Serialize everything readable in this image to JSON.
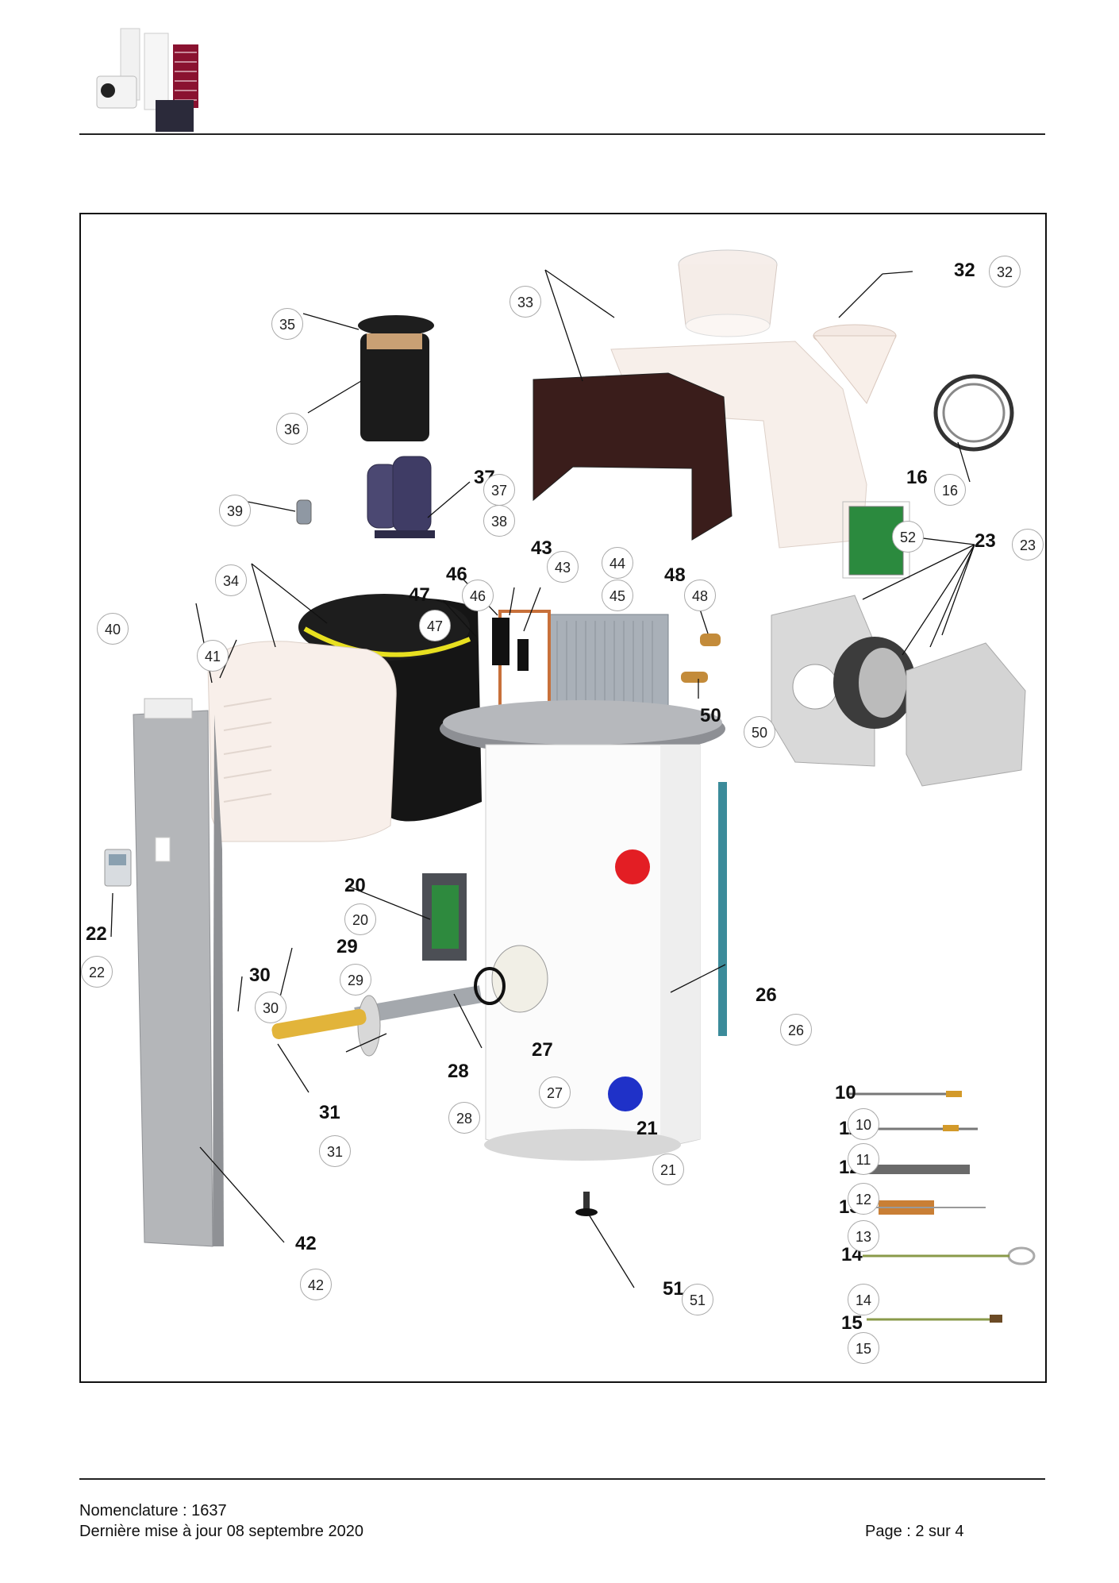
{
  "footer": {
    "nomenclature": "Nomenclature : 1637",
    "update": "Dernière mise à jour 08 septembre 2020",
    "page": "Page : 2 sur 4"
  },
  "callouts": {
    "c10": "10",
    "c11": "11",
    "c12": "12",
    "c13": "13",
    "c14": "14",
    "c15": "15",
    "c16": "16",
    "c20": "20",
    "c21": "21",
    "c22": "22",
    "c23": "23",
    "c26": "26",
    "c27": "27",
    "c28": "28",
    "c29": "29",
    "c30": "30",
    "c31": "31",
    "c32": "32",
    "c37": "37",
    "c42": "42",
    "c43": "43",
    "c46": "46",
    "c47": "47",
    "c48": "48",
    "c50": "50",
    "c51": "51"
  },
  "bubbles": {
    "b10": "10",
    "b11": "11",
    "b12": "12",
    "b13": "13",
    "b14": "14",
    "b15": "15",
    "b16": "16",
    "b20": "20",
    "b21": "21",
    "b22": "22",
    "b23": "23",
    "b26": "26",
    "b27": "27",
    "b28": "28",
    "b29": "29",
    "b30": "30",
    "b31": "31",
    "b32": "32",
    "b33": "33",
    "b34": "34",
    "b35": "35",
    "b36": "36",
    "b37": "37",
    "b38": "38",
    "b39": "39",
    "b40": "40",
    "b41": "41",
    "b42": "42",
    "b43": "43",
    "b44": "44",
    "b45": "45",
    "b46": "46",
    "b47": "47",
    "b48": "48",
    "b50": "50",
    "b51": "51",
    "b52": "52"
  }
}
